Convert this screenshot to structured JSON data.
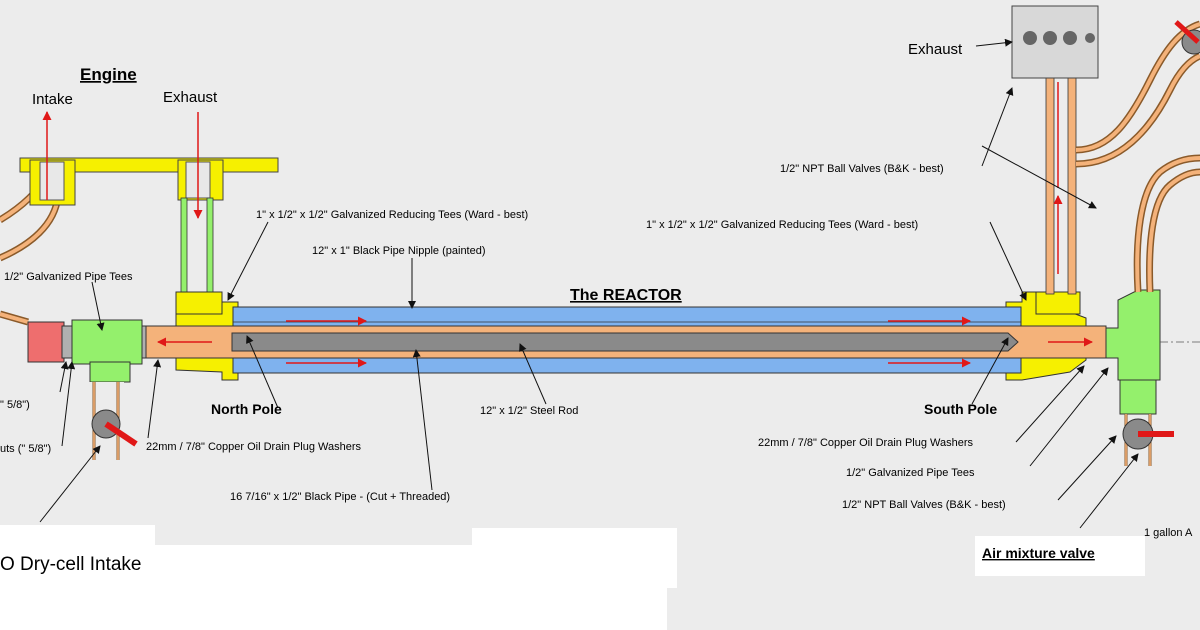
{
  "labels": {
    "engine": "Engine",
    "intake": "Intake",
    "exhaust_left": "Exhaust",
    "exhaust_right": "Exhaust",
    "reactor": "The REACTOR",
    "north_pole": "North Pole",
    "south_pole": "South Pole",
    "reducing_tees_left": "1\" x 1/2\" x 1/2\" Galvanized Reducing Tees (Ward - best)",
    "reducing_tees_right": "1\" x 1/2\" x 1/2\" Galvanized Reducing Tees (Ward - best)",
    "pipe_nipple": "12\" x 1\" Black Pipe Nipple (painted)",
    "galv_tees_left": "1/2\" Galvanized Pipe Tees",
    "galv_tees_right": "1/2\" Galvanized Pipe Tees",
    "steel_rod": "12\" x 1/2\" Steel Rod",
    "washers_left": "22mm / 7/8\" Copper Oil Drain Plug Washers",
    "washers_right": "22mm / 7/8\" Copper Oil Drain Plug Washers",
    "black_pipe": "16 7/16\" x 1/2\" Black Pipe - (Cut + Threaded)",
    "ball_valves_top": "1/2\" NPT Ball Valves (B&K - best)",
    "ball_valves_bottom": "1/2\" NPT Ball Valves (B&K - best)",
    "partial_5_8_a": "\" 5/8\")",
    "partial_5_8_b": "uts (\" 5/8\")",
    "dry_cell": "O Dry-cell Intake",
    "air_mixture": "Air mixture valve",
    "gallon": "1 gallon A"
  },
  "colors": {
    "background": "#ececec",
    "blue_pipe": "#7fb2ee",
    "copper_pipe": "#f4b27a",
    "steel_rod": "#8a8a8a",
    "yellow_fitting": "#f6f000",
    "green_fitting": "#94f06c",
    "red_arrow": "#e01818",
    "north_pole_text": "#e01818",
    "south_pole_text": "#1e3fc8",
    "valve_handle": "#e01818"
  }
}
